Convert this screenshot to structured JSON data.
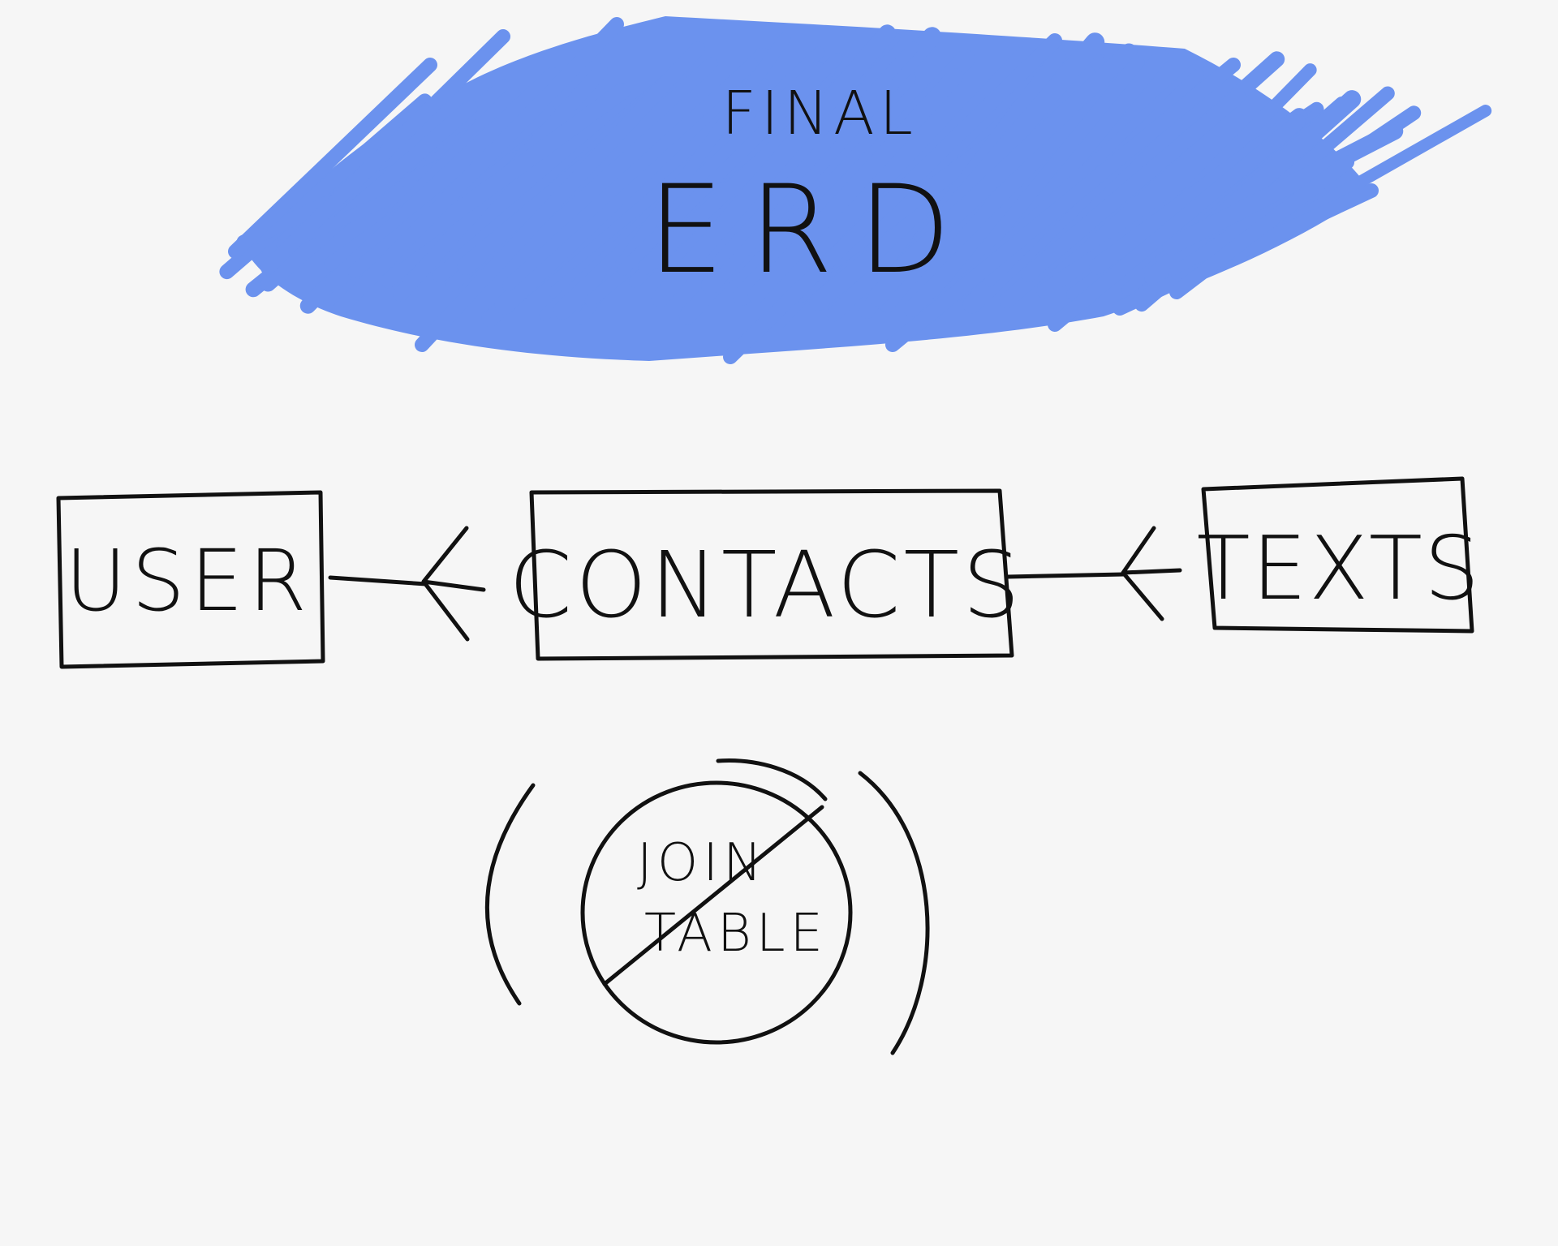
{
  "title": {
    "line1": "FINAL",
    "line2": "ERD"
  },
  "entities": {
    "user": "USER",
    "contacts": "CONTACTS",
    "texts": "TEXTS"
  },
  "join_table": {
    "line1": "JOIN",
    "line2": "TABLE"
  },
  "colors": {
    "highlight": "#6b92ee",
    "ink": "#111111",
    "paper": "#f6f6f6"
  }
}
